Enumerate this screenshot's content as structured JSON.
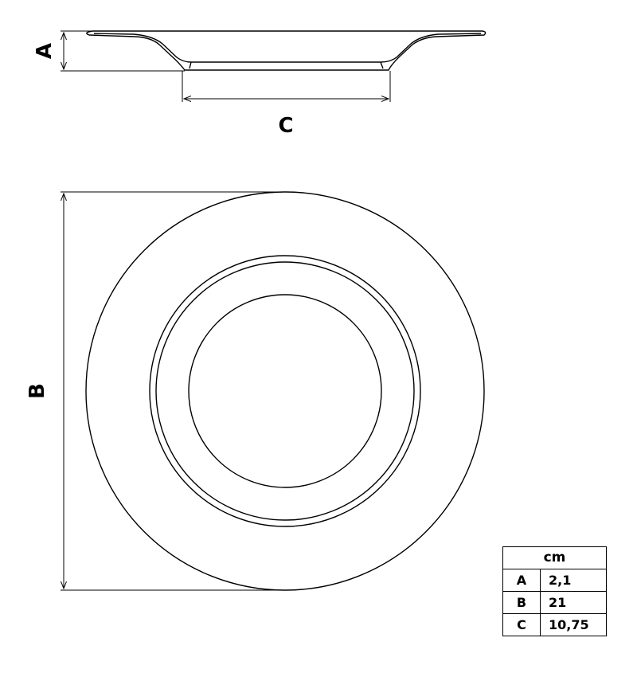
{
  "dimensions": {
    "unit_header": "cm",
    "rows": [
      {
        "key": "A",
        "value": "2,1"
      },
      {
        "key": "B",
        "value": "21"
      },
      {
        "key": "C",
        "value": "10,75"
      }
    ]
  },
  "labels": {
    "a": "A",
    "b": "B",
    "c": "C"
  }
}
